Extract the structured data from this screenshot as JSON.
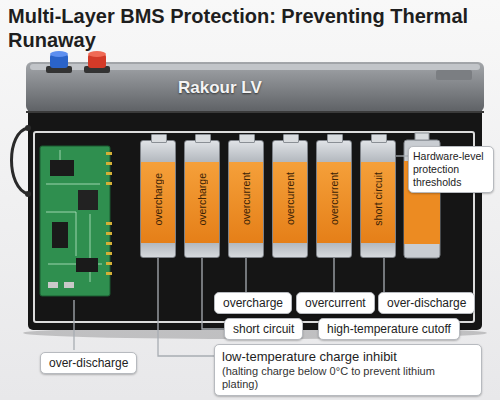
{
  "diagram": {
    "title": "Multi-Layer BMS Protection: Preventing Thermal Runaway",
    "nodes": [
      {
        "text": [
          "Rakour LV"
        ]
      },
      {
        "text": [
          "overcharge"
        ],
        "in": 0
      },
      {
        "text": [
          "overcharge"
        ],
        "in": 0
      },
      {
        "text": [
          "overcurrent"
        ],
        "in": 0
      },
      {
        "text": [
          "overcurrent"
        ],
        "in": 0
      },
      {
        "text": [
          "overcurrent"
        ],
        "in": 0
      },
      {
        "text": [
          "short circuit"
        ],
        "in": 0
      },
      {
        "text": [
          "Hardware-level protection thresholds"
        ]
      },
      {
        "text": [
          "over-discharge"
        ]
      },
      {
        "text": [
          "overcharge"
        ]
      },
      {
        "text": [
          "overcurrent"
        ]
      },
      {
        "text": [
          "short circuit"
        ]
      },
      {
        "text": [
          "high-temperature cutoff"
        ]
      },
      {
        "text": [
          "low-temperature charge inhibit",
          "(halting charge below 0°C to prevent lithium plating)"
        ]
      },
      {
        "text": [
          "over-discharge"
        ]
      }
    ],
    "edges": [
      {
        "from": 7,
        "to": 6,
        "arrow": "none"
      },
      {
        "from": 8,
        "to": 6,
        "arrow": "none"
      },
      {
        "from": 9,
        "to": 3,
        "arrow": "none"
      },
      {
        "from": 10,
        "to": 5,
        "arrow": "none"
      },
      {
        "from": 11,
        "to": 2,
        "arrow": "none"
      },
      {
        "from": 13,
        "to": 1,
        "arrow": "none"
      }
    ]
  }
}
